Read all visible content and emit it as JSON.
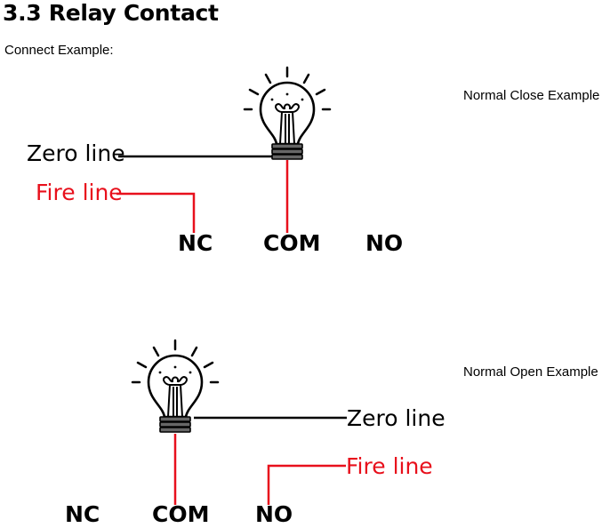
{
  "document": {
    "heading": "3.3 Relay Contact",
    "subheading": "Connect Example:"
  },
  "colors": {
    "fire_line": "#e8101c",
    "zero_line": "#000000"
  },
  "examples": [
    {
      "caption": "Normal Close Example",
      "zero_label": "Zero line",
      "fire_label": "Fire line",
      "terminals": [
        "NC",
        "COM",
        "NO"
      ],
      "fire_connected_to": "NC",
      "lamp_connected_to": "COM"
    },
    {
      "caption": "Normal Open Example",
      "zero_label": "Zero line",
      "fire_label": "Fire line",
      "terminals": [
        "NC",
        "COM",
        "NO"
      ],
      "fire_connected_to": "NO",
      "lamp_connected_to": "COM"
    }
  ]
}
